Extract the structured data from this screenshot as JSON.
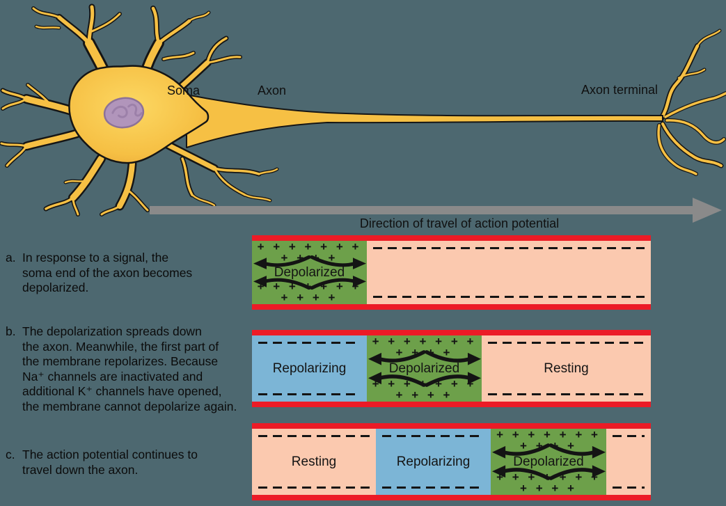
{
  "background_color": "#4d6870",
  "colors": {
    "membrane_red": "#ec1b26",
    "depolarized_green": "#6da04a",
    "repolarizing_blue": "#7cb5d6",
    "resting_pink": "#fbc9af",
    "neuron_yellow": "#f6c044",
    "nucleus_purple": "#b195bb",
    "direction_arrow_gray": "#8a8a8a"
  },
  "neuron": {
    "soma_label": "Soma",
    "axon_label": "Axon",
    "terminal_label": "Axon terminal"
  },
  "direction_arrow": {
    "label": "Direction of travel of action potential"
  },
  "charge": {
    "plus_row": "+ + + + + + + + + + +"
  },
  "panels": [
    {
      "marker": "a.",
      "lines": [
        "In response to a signal, the",
        "soma end of the axon becomes",
        "depolarized."
      ],
      "bar": {
        "sections": [
          {
            "type": "depolarized",
            "label": "Depolarized"
          },
          {
            "type": "resting",
            "label": ""
          }
        ]
      }
    },
    {
      "marker": "b.",
      "lines": [
        "The depolarization spreads down",
        "the axon. Meanwhile, the first part of",
        "the membrane repolarizes. Because",
        "Na⁺ channels are inactivated and",
        "additional K⁺ channels have opened,",
        "the membrane cannot depolarize again."
      ],
      "bar": {
        "sections": [
          {
            "type": "repolarizing",
            "label": "Repolarizing"
          },
          {
            "type": "depolarized",
            "label": "Depolarized"
          },
          {
            "type": "resting",
            "label": "Resting"
          }
        ]
      }
    },
    {
      "marker": "c.",
      "lines": [
        "The action potential continues to",
        "travel down the axon."
      ],
      "bar": {
        "sections": [
          {
            "type": "resting",
            "label": "Resting"
          },
          {
            "type": "repolarizing",
            "label": "Repolarizing"
          },
          {
            "type": "depolarized",
            "label": "Depolarized"
          },
          {
            "type": "resting_edge",
            "label": ""
          }
        ]
      }
    }
  ]
}
